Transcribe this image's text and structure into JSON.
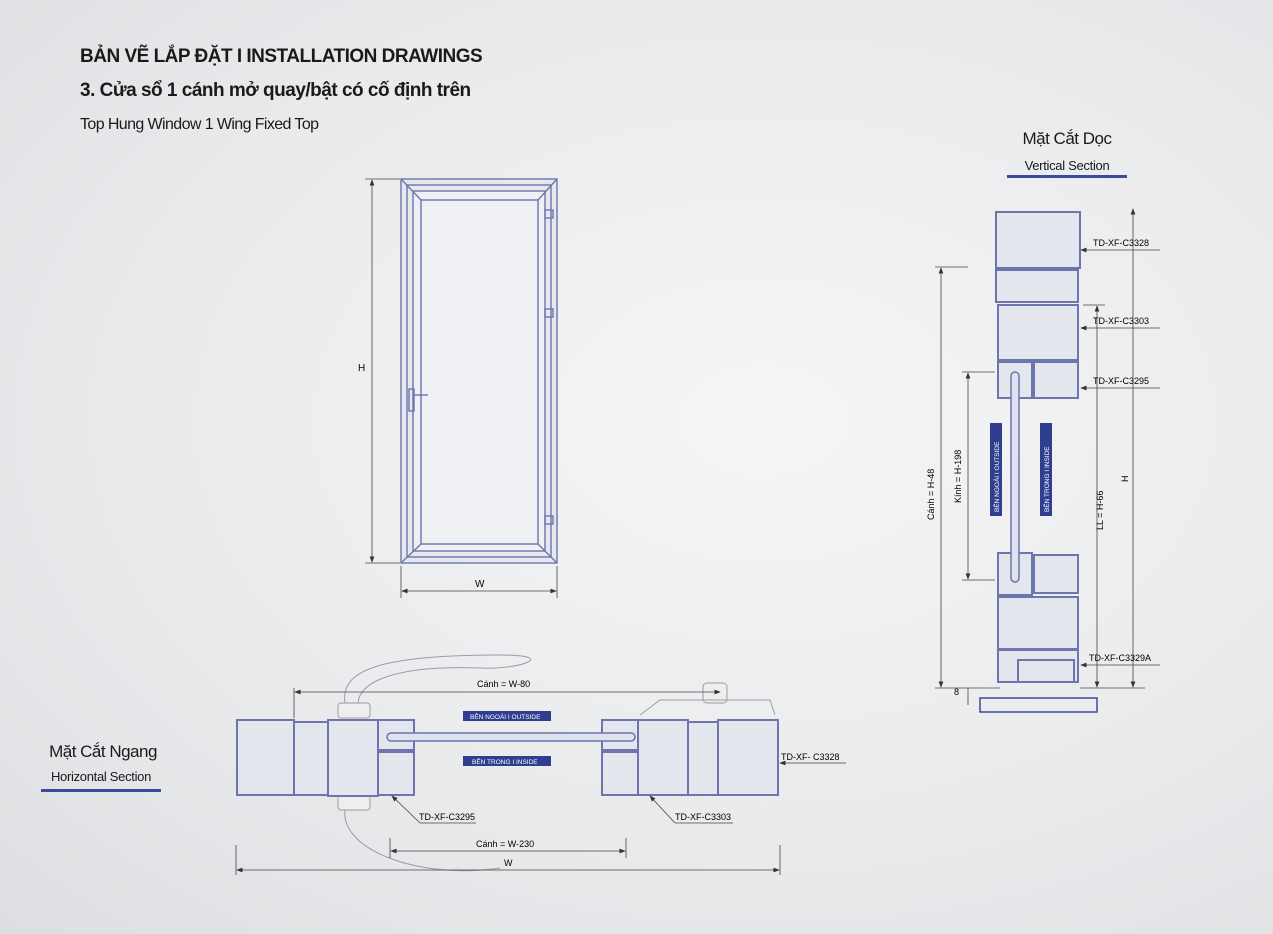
{
  "header": {
    "title": "BẢN VẼ LẮP ĐẶT  I  INSTALLATION DRAWINGS",
    "subtitle_vi": "3. Cửa sổ 1 cánh mở quay/bật có cố định trên",
    "subtitle_en": "Top Hung Window 1 Wing Fixed Top"
  },
  "elevation": {
    "height_label": "H",
    "width_label": "W"
  },
  "vertical_section": {
    "title": "Mặt Cắt Dọc",
    "subtitle": "Vertical Section",
    "profiles": [
      "TD-XF-C3328",
      "TD-XF-C3303",
      "TD-XF-C3295",
      "TD-XF-C3329A"
    ],
    "dims": {
      "sash": "Cánh = H-48",
      "glass": "Kính = H-198",
      "ll": "LL = H-66",
      "h": "H",
      "gap": "8"
    },
    "outside": "BÊN NGOÀI  I OUTSIDE",
    "inside": "BÊN TRONG  I INSIDE"
  },
  "horizontal_section": {
    "title": "Mặt Cắt Ngang",
    "subtitle": "Horizontal Section",
    "profiles": [
      "TD-XF-C3295",
      "TD-XF-C3303",
      "TD-XF- C3328"
    ],
    "dims": {
      "sash_outer": "Cánh = W-80",
      "sash_inner": "Cánh = W-230",
      "w": "W"
    },
    "outside": "BÊN NGOÀI  I OUTSIDE",
    "inside": "BÊN TRONG  I INSIDE"
  },
  "colors": {
    "profile": "#6c76ad",
    "label_bg": "#2f3e8e",
    "dim": "#555555"
  }
}
